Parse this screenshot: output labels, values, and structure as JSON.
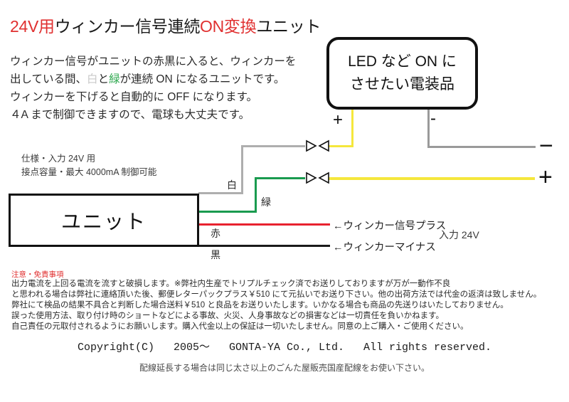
{
  "title": {
    "part1": "24V用",
    "part2": "ウィンカー信号連続",
    "part3": "ON変換",
    "part4": "ユニット"
  },
  "intro": {
    "line1": "ウィンカー信号がユニットの赤黒に入ると、ウィンカーを",
    "line2_a": "出している間、",
    "line2_white": "白",
    "line2_b": "と",
    "line2_green": "緑",
    "line2_c": "が連続 ON になるユニットです。",
    "line3": "ウィンカーを下げると自動的に OFF になります。",
    "line4": "４A まで制御できますので、電球も大丈夫です。"
  },
  "spec": {
    "line1": "仕様・入力 24V 用",
    "line2": "接点容量・最大 4000mA 制御可能"
  },
  "led_box": {
    "line1": "LED など ON に",
    "line2": "させたい電装品",
    "terminal_plus": "+",
    "terminal_minus": "-"
  },
  "unit_box": {
    "label": "ユニット"
  },
  "wires": [
    {
      "name": "白",
      "color": "#aeaeae"
    },
    {
      "name": "緑",
      "color": "#1a9b4f"
    },
    {
      "name": "赤",
      "color": "#e8222f"
    },
    {
      "name": "黒",
      "color": "#1a1a1a"
    }
  ],
  "wire_labels": {
    "white": "白",
    "green": "緑",
    "red": "赤",
    "black": "黒"
  },
  "supply_terminals": {
    "minus": "−",
    "plus": "+"
  },
  "annotations": {
    "winker_plus": "←ウィンカー信号プラス",
    "winker_minus": "←ウィンカーマイナス",
    "input": "入力 24V"
  },
  "disclaimer": {
    "heading": "注意・免責事項",
    "line1": "出力電流を上回る電流を流すと破損します。※弊社内生産でトリプルチェック済でお送りしておりますが万が一動作不良",
    "line2": "と思われる場合は弊社に連絡頂いた後、郵便レターパックプラス￥510 にて元払いでお送り下さい。他の出荷方法では代金の返済は致しません。",
    "line3": "弊社にて検品の結果不具合と判断した場合送料￥510 と良品をお送りいたします。いかなる場合も商品の先送りはいたしておりません。",
    "line4": "誤った使用方法、取り付け時のショートなどによる事故、火災、人身事故などの損害などは一切責任を負いかねます。",
    "line5": "自己責任の元取付されるようにお願いします。購入代金以上の保証は一切いたしません。同意の上ご購入・ご使用ください。"
  },
  "copyright": "Copyright(C)   2005〜   GONTA-YA Co., Ltd.   All rights reserved.",
  "footnote": "配線延長する場合は同じ太さ以上のごんた屋販売国産配線をお使い下さい。",
  "colors": {
    "red": "#e03030",
    "green": "#1a9b4f",
    "yellow": "#f5e73c",
    "gray": "#9a9a9a",
    "white_wire": "#aeaeae",
    "black": "#1a1a1a"
  }
}
